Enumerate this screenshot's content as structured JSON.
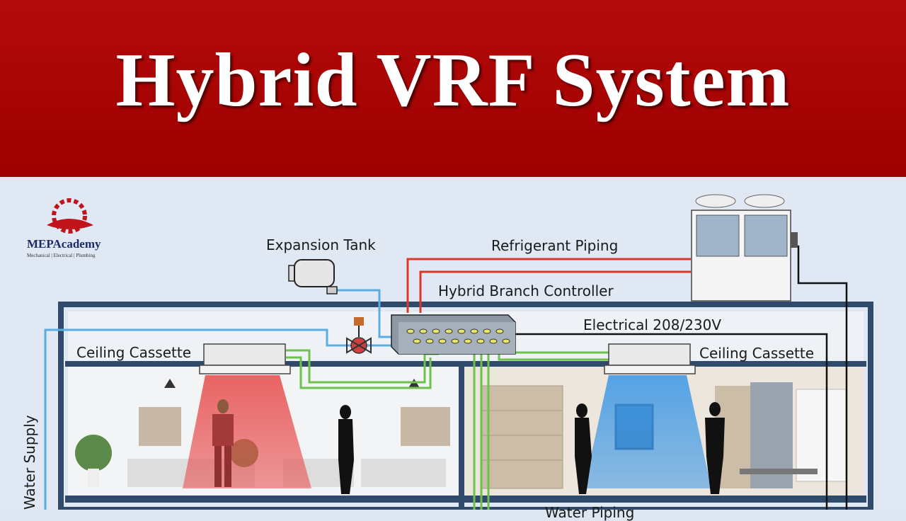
{
  "title": "Hybrid VRF System",
  "logo": {
    "name": "MEPAcademy",
    "tagline": "Mechanical | Electrical | Plumbing"
  },
  "labels": {
    "expansion_tank": "Expansion Tank",
    "refrigerant_piping": "Refrigerant Piping",
    "hybrid_branch_controller": "Hybrid Branch Controller",
    "electrical": "Electrical 208/230V",
    "ceiling_cassette_left": "Ceiling Cassette",
    "ceiling_cassette_right": "Ceiling Cassette",
    "water_supply": "Water Supply",
    "water_piping": "Water Piping"
  },
  "colors": {
    "banner": "#a80000",
    "refrigerant_line": "#d83a2a",
    "water_line": "#5aaee0",
    "condensate_line": "#6cc24a",
    "electrical_line": "#111111",
    "heating_cone": "#e84a4a",
    "cooling_cone": "#3a96e6",
    "building_frame": "#2f4a6b"
  }
}
